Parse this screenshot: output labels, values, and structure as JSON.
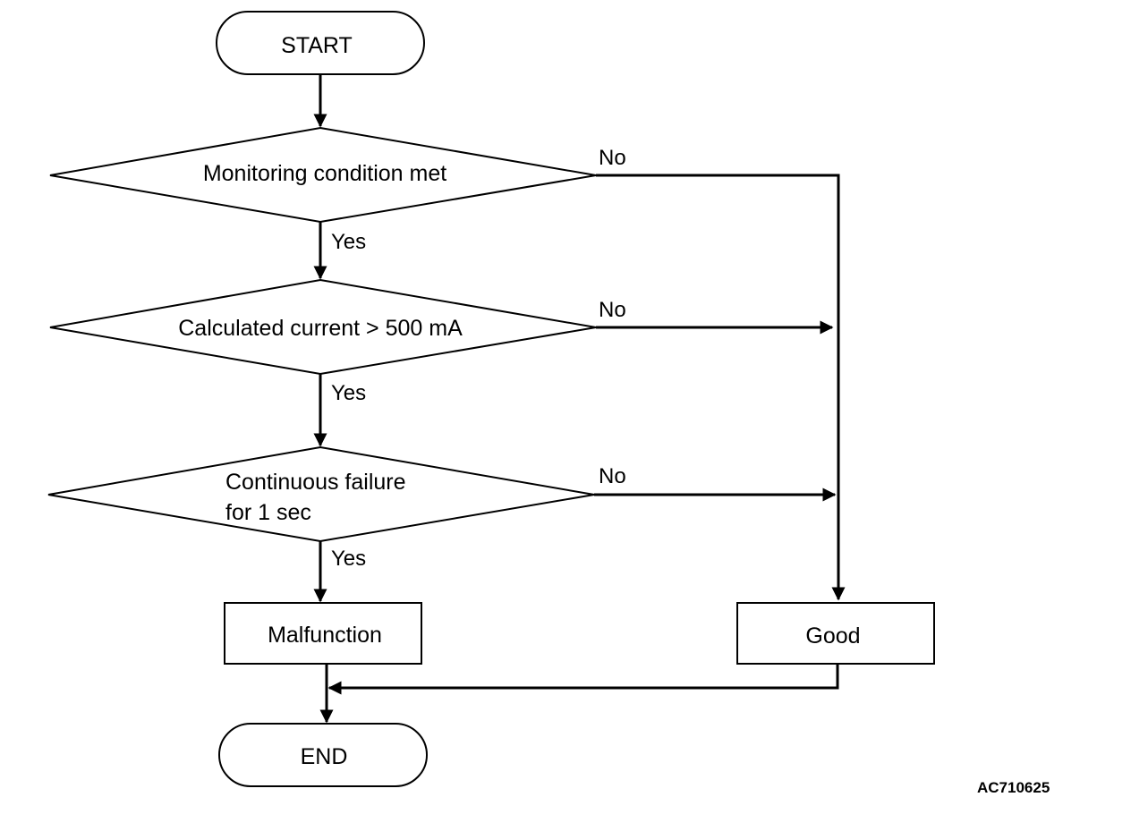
{
  "nodes": {
    "start": "START",
    "monitoring": "Monitoring condition met",
    "current": "Calculated current > 500 mA",
    "continuous_line1": "Continuous failure",
    "continuous_line2": "for 1 sec",
    "malfunction": "Malfunction",
    "good": "Good",
    "end": "END"
  },
  "edges": {
    "no1": "No",
    "no2": "No",
    "no3": "No",
    "yes1": "Yes",
    "yes2": "Yes",
    "yes3": "Yes"
  },
  "figure_id": "AC710625",
  "colors": {
    "ink": "#000000",
    "paper": "#ffffff"
  }
}
